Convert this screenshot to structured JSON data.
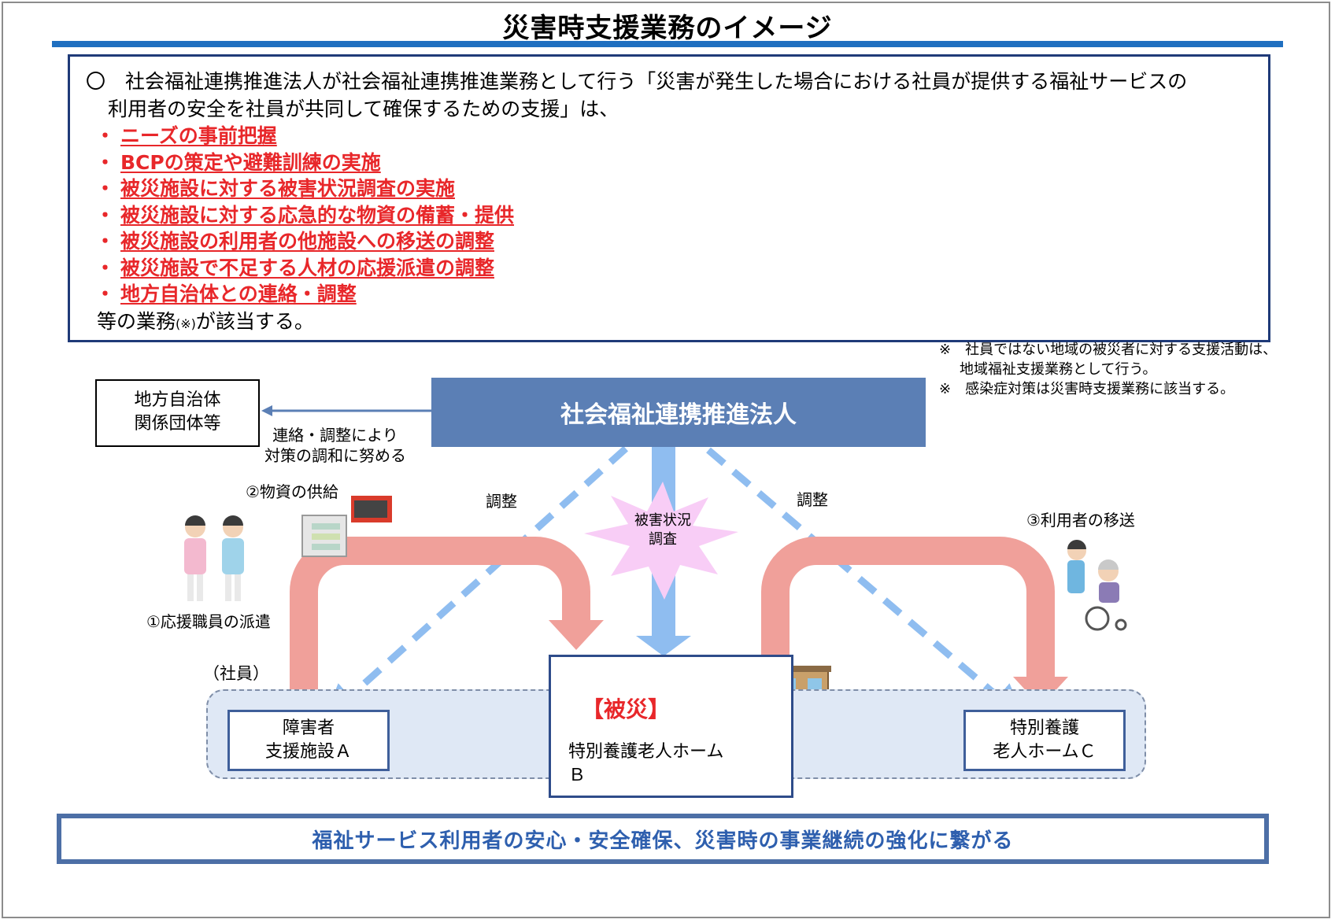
{
  "title": "災害時支援業務のイメージ",
  "intro": {
    "lead_line1": "〇　社会福祉連携推進法人が社会福祉連携推進業務として行う「災害が発生した場合における社員が提供する福祉サービスの",
    "lead_line2": "利用者の安全を社員が共同して確保するための支援」は、",
    "bullet": "・",
    "items": [
      "ニーズの事前把握",
      "BCPの策定や避難訓練の実施",
      "被災施設に対する被害状況調査の実施",
      "被災施設に対する応急的な物資の備蓄・提供",
      "被災施設の利用者の他施設への移送の調整",
      "被災施設で不足する人材の応援派遣の調整",
      "地方自治体との連絡・調整"
    ],
    "closing_pre": "等の業務",
    "closing_mark": "(※)",
    "closing_post": "が該当する。"
  },
  "notes": [
    "※　社員ではない地域の被災者に対する支援活動は、地域福祉支援業務として行う。",
    "※　感染症対策は災害時支援業務に該当する。"
  ],
  "diagram": {
    "gov_line1": "地方自治体",
    "gov_line2": "関係団体等",
    "hq": "社会福祉連携推進法人",
    "liaison_line1": "連絡・調整により",
    "liaison_line2": "対策の調和に努める",
    "adjust_left": "調整",
    "adjust_right": "調整",
    "survey_line1": "被害状況",
    "survey_line2": "調査",
    "supply": "②物資の供給",
    "dispatch": "①応援職員の派遣",
    "transfer": "③利用者の移送",
    "members": "（社員）",
    "facility_a_line1": "障害者",
    "facility_a_line2": "支援施設Ａ",
    "facility_b_status": "【被災】",
    "facility_b_name": "特別養護老人ホームＢ",
    "facility_c_line1": "特別養護",
    "facility_c_line2": "老人ホームＣ"
  },
  "banner": "福祉サービス利用者の安心・安全確保、災害時の事業継続の強化に繋がる",
  "colors": {
    "title_rule": "#1f6fc0",
    "hq_fill": "#5b7fb5",
    "red_text": "#e8272a",
    "pink_arrow": "#f0a09a",
    "blue_arrow": "#8fbdf0",
    "burst": "#f8cdf6",
    "band_fill": "#dfe8f5"
  }
}
